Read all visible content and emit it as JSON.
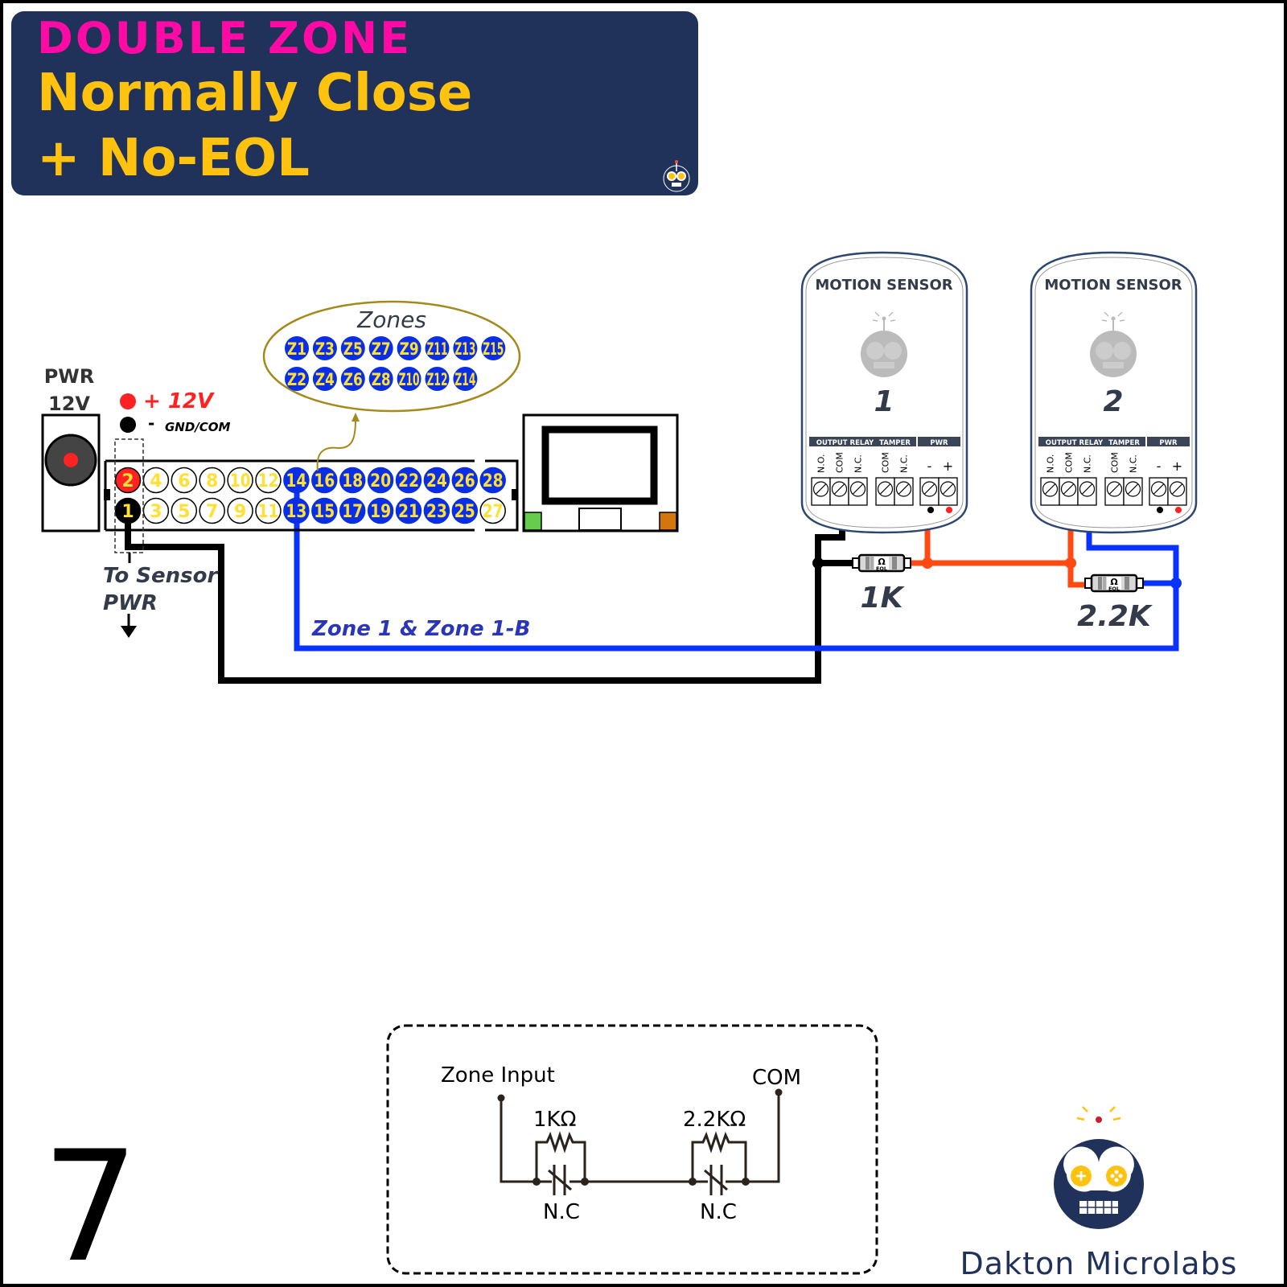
{
  "header": {
    "line1": "DOUBLE ZONE",
    "line2": "Normally Close",
    "line3": "+ No-EOL",
    "bg_color": "#20325a",
    "line1_color": "#ff0aa5",
    "line23_color": "#ffc20e"
  },
  "power": {
    "label1": "PWR",
    "label2": "12V",
    "legend_plus": "+ 12V",
    "legend_minus": "-",
    "legend_gnd": "GND/COM"
  },
  "zones_bubble": {
    "title": "Zones",
    "row1": [
      "Z1",
      "Z3",
      "Z5",
      "Z7",
      "Z9",
      "Z11",
      "Z13",
      "Z15"
    ],
    "row2": [
      "Z2",
      "Z4",
      "Z6",
      "Z8",
      "Z10",
      "Z12",
      "Z14"
    ]
  },
  "terminal_block": {
    "top_row": [
      "2",
      "4",
      "6",
      "8",
      "10",
      "12",
      "14",
      "16",
      "18",
      "20",
      "22",
      "24",
      "26",
      "28"
    ],
    "bottom_row": [
      "1",
      "3",
      "5",
      "7",
      "9",
      "11",
      "13",
      "15",
      "17",
      "19",
      "21",
      "23",
      "25",
      "27"
    ],
    "to_sensor_label1": "To Sensor",
    "to_sensor_label2": "PWR"
  },
  "wire_label": "Zone 1 & Zone 1-B",
  "sensors": [
    {
      "title": "MOTION SENSOR",
      "number": "1",
      "groups": [
        "OUTPUT RELAY",
        "TAMPER",
        "PWR"
      ],
      "terminals": [
        "N.O.",
        "COM",
        "N.C.",
        "COM",
        "N.C.",
        "-",
        "+"
      ]
    },
    {
      "title": "MOTION SENSOR",
      "number": "2",
      "groups": [
        "OUTPUT RELAY",
        "TAMPER",
        "PWR"
      ],
      "terminals": [
        "N.O.",
        "COM",
        "N.C.",
        "COM",
        "N.C.",
        "-",
        "+"
      ]
    }
  ],
  "resistors": [
    {
      "symbol": "Ω",
      "tag": "EOL",
      "value": "1K"
    },
    {
      "symbol": "Ω",
      "tag": "EOL",
      "value": "2.2K"
    }
  ],
  "schematic": {
    "zone_input": "Zone Input",
    "com": "COM",
    "r1": "1KΩ",
    "r2": "2.2KΩ",
    "contact1": "N.C",
    "contact2": "N.C"
  },
  "page_number": "7",
  "brand": "Dakton Microlabs",
  "colors": {
    "wire_black": "#000000",
    "wire_orange": "#ff4a12",
    "wire_blue": "#0a32ff",
    "zone_blue": "#0a2ee6",
    "zone_text": "#ffe033",
    "navy": "#20325a",
    "sensor_text": "#333a4a"
  }
}
